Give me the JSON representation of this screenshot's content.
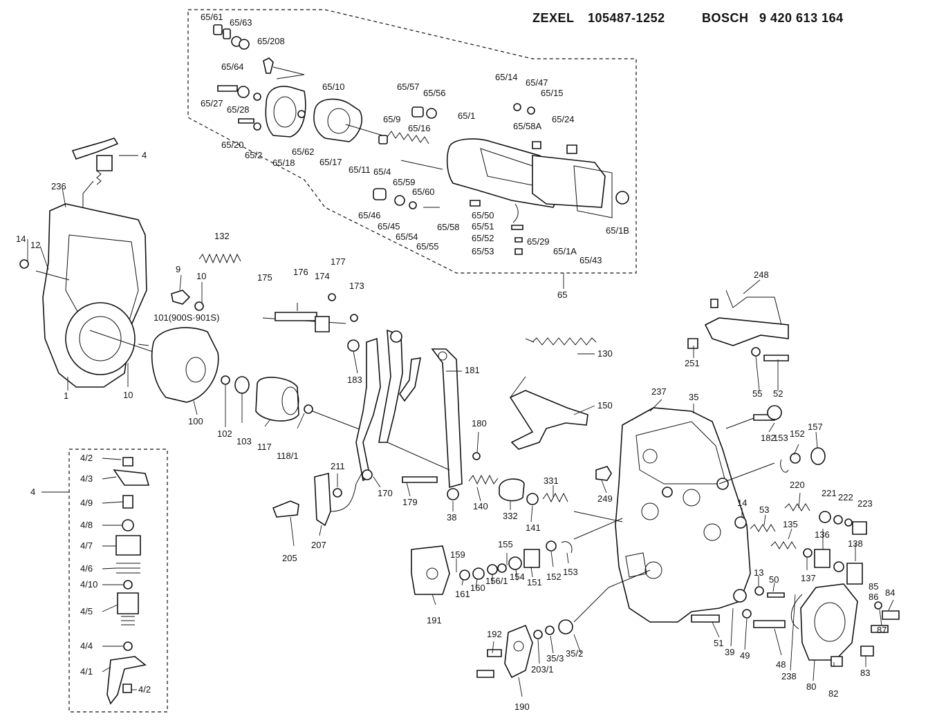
{
  "header": {
    "brand1": "ZEXEL",
    "part1": "105487-1252",
    "brand2": "BOSCH",
    "part2": "9 420 613 164"
  },
  "labels": [
    "65/61",
    "65/63",
    "65/208",
    "65/64",
    "65/27",
    "65/28",
    "65/20",
    "65/2",
    "65/18",
    "65/62",
    "65/10",
    "65/17",
    "65/11",
    "65/57",
    "65/56",
    "65/9",
    "65/16",
    "65/4",
    "65/59",
    "65/60",
    "65/46",
    "65/45",
    "65/54",
    "65/55",
    "65/58",
    "65/1",
    "65/14",
    "65/47",
    "65/15",
    "65/58A",
    "65/24",
    "65/50",
    "65/51",
    "65/52",
    "65/53",
    "65/29",
    "65/1A",
    "65/43",
    "65/1B",
    "65",
    "4",
    "236",
    "14",
    "12",
    "132",
    "9",
    "10",
    "101(900S·901S)",
    "175",
    "176",
    "177",
    "174",
    "173",
    "10",
    "1",
    "100",
    "102",
    "103",
    "117",
    "118/1",
    "183",
    "170",
    "181",
    "180",
    "130",
    "150",
    "248",
    "251",
    "55",
    "52",
    "237",
    "35",
    "182",
    "153",
    "152",
    "157",
    "249",
    "220",
    "221",
    "222",
    "223",
    "211",
    "179",
    "38",
    "140",
    "332",
    "331",
    "141",
    "14",
    "53",
    "135",
    "136",
    "138",
    "205",
    "207",
    "159",
    "155",
    "191",
    "161",
    "160",
    "156/1",
    "154",
    "151",
    "152",
    "153",
    "13",
    "50",
    "137",
    "85",
    "84",
    "86",
    "87",
    "83",
    "51",
    "39",
    "49",
    "48",
    "238",
    "80",
    "82",
    "192",
    "35/3",
    "35/2",
    "203/1",
    "190",
    "4",
    "4/2",
    "4/3",
    "4/9",
    "4/8",
    "4/7",
    "4/6",
    "4/10",
    "4/5",
    "4/4",
    "4/1",
    "4/2"
  ]
}
